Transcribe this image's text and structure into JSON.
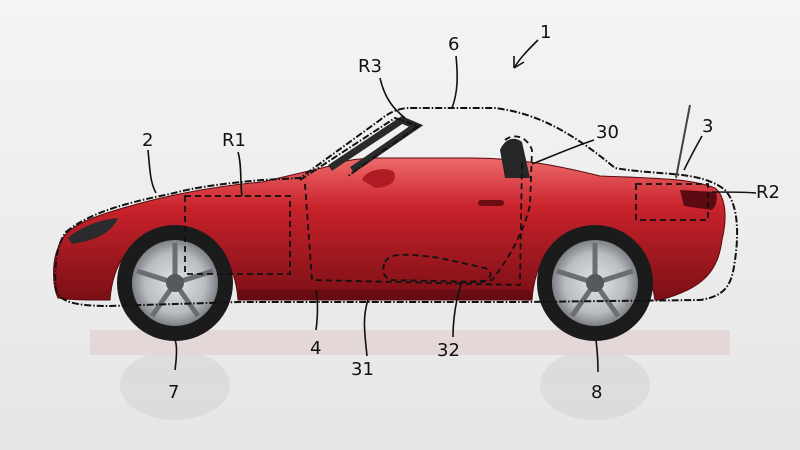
{
  "labels": {
    "l1": "1",
    "l2": "2",
    "l3": "3",
    "l4": "4",
    "l6": "6",
    "l7": "7",
    "l8": "8",
    "l30": "30",
    "l31": "31",
    "l32": "32",
    "r1": "R1",
    "r2": "R2",
    "r3": "R3"
  },
  "colors": {
    "body_red": "#c8222b",
    "body_dark": "#7a0f15",
    "body_highlight": "#ee6a6a",
    "tire": "#1b1b1b",
    "rim": "#b9bcc0",
    "background": "#f4f4f4"
  }
}
